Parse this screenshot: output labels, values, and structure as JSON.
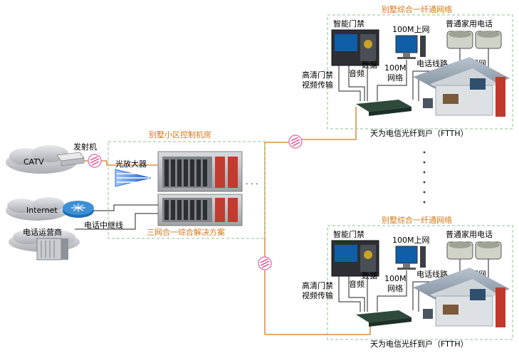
{
  "control_room": {
    "title": "别墅小区控制机房",
    "amplifier_label": "光放大器",
    "solution_label": "三网合一综合解决方案",
    "continuation": "· · ·"
  },
  "sources": {
    "catv": "CATV",
    "transmitter": "发射机",
    "internet": "Internet",
    "telecom": "电话运营商",
    "trunk": "电话中继线"
  },
  "villas": [
    {
      "title": "别墅综合一纤通网络",
      "access_control": "智能门禁",
      "internet_100m": "100M上网",
      "phones": "普通家用电话",
      "data": "数据",
      "audio": "音频",
      "hd_access": "高清门禁",
      "video_transmit": "视频传输",
      "network_100m_a": "100M",
      "network_100m_b": "网络",
      "phone_line": "电话线路",
      "tv": "电视网",
      "caption": "天为电信光纤到户（FTTH）"
    },
    {
      "title": "别墅综合一纤通网络",
      "access_control": "智能门禁",
      "internet_100m": "100M上网",
      "phones": "普通家用电话",
      "data": "数据",
      "audio": "音频",
      "hd_access": "高清门禁",
      "video_transmit": "视频传输",
      "network_100m_a": "100M",
      "network_100m_b": "网络",
      "phone_line": "电话线路",
      "tv": "电视网",
      "caption": "天为电信光纤到户（FTTH）"
    }
  ],
  "colors": {
    "fiber": "#d7781a",
    "cloud": "#c9ccd1",
    "dashed_box": "#8fc28f",
    "roof": "#8a9aa8",
    "wall": "#cfd4d8",
    "red_panel": "#c0392b",
    "amplifier": "#3a7bd5"
  }
}
